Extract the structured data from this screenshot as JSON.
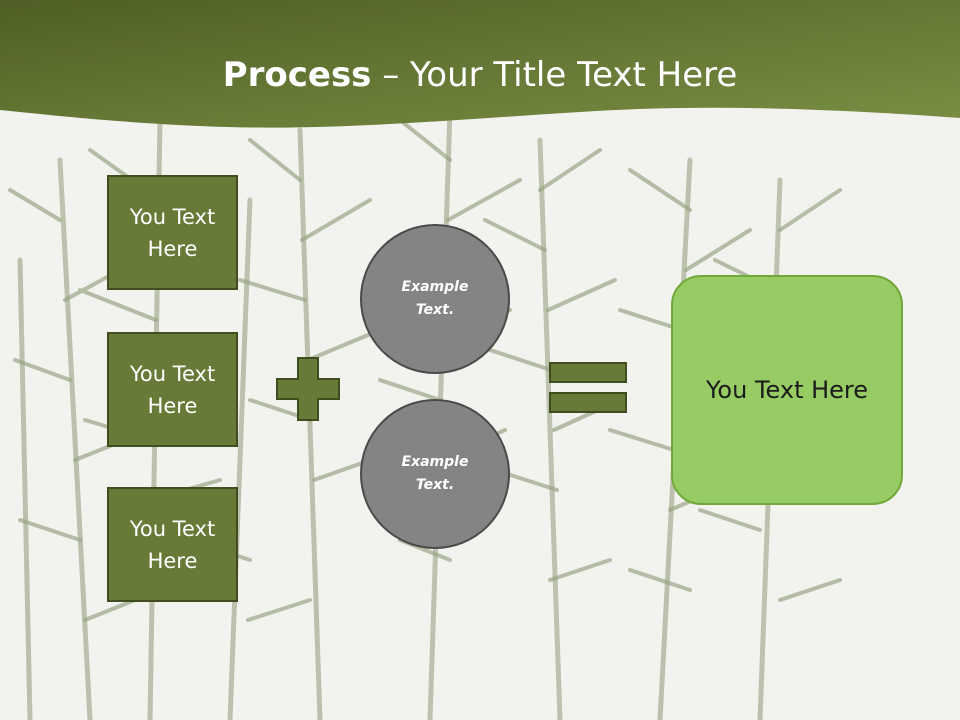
{
  "slide": {
    "title_bold": "Process",
    "title_rest": " – Your Title Text Here",
    "left_boxes": [
      {
        "text": "You Text Here"
      },
      {
        "text": "You Text Here"
      },
      {
        "text": "You Text Here"
      }
    ],
    "circles": [
      {
        "text": "Example Text."
      },
      {
        "text": "Example Text."
      }
    ],
    "result_text": "You Text Here"
  },
  "colors": {
    "header_dark": "#4f5f25",
    "header_light": "#7a8f44",
    "box_fill": "#677a37",
    "circle_fill": "#848484",
    "result_fill": "#97cb63"
  },
  "icons": {
    "plus": "plus-icon",
    "equals": "equals-icon"
  }
}
